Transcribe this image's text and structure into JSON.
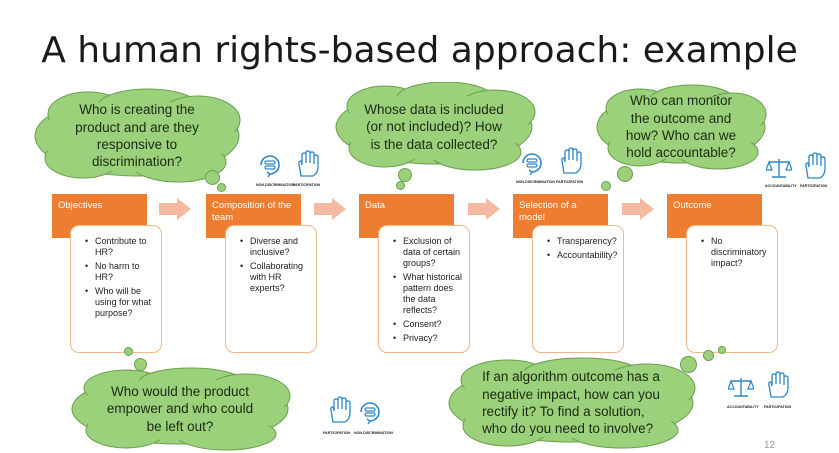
{
  "title": "A human rights-based approach: example",
  "steps": [
    {
      "label": "Objectives",
      "bullets": [
        "Contribute to HR?",
        "No harm to HR?",
        "Who will be using for what purpose?"
      ]
    },
    {
      "label": "Composition of the team",
      "bullets": [
        "Diverse and inclusive?",
        "Collaborating with HR experts?"
      ]
    },
    {
      "label": "Data",
      "bullets": [
        "Exclusion of data of certain groups?",
        "What historical pattern does the data reflects?",
        "Consent?",
        "Privacy?"
      ]
    },
    {
      "label": "Selection of a model",
      "bullets": [
        "Transparency?",
        "Accountability?"
      ]
    },
    {
      "label": "Outcome",
      "bullets": [
        "No discriminatory impact?"
      ]
    }
  ],
  "clouds": {
    "c1": "Who is creating the\nproduct and are they\nresponsive to\ndiscrimination?",
    "c2": "Whose data is included\n(or not included)? How\nis the data collected?",
    "c3": "Who can monitor\nthe outcome and\nhow? Who can we\nhold accountable?",
    "c4": "Who would the product\nempower and who could\nbe left out?",
    "c5": "If an algorithm outcome has a\nnegative impact, how can you\nrectify it? To find a solution,\nwho do you need to involve?"
  },
  "icon_labels": {
    "non_discrimination": "NON-DISCRIMINATION",
    "participation": "PARTICIPATION",
    "accountability": "ACCOUNTABILITY"
  },
  "page_number": "12",
  "colors": {
    "step": "#ed7d31",
    "card_border": "#f0b88a",
    "arrow": "#f4b9a0",
    "cloud_fill": "#9bd17a",
    "icon": "#2e86c8"
  }
}
